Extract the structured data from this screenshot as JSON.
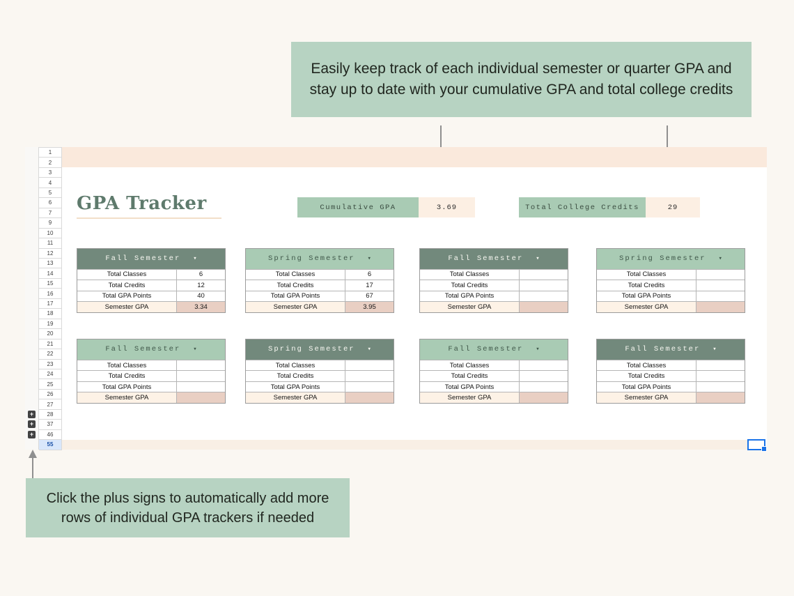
{
  "callouts": {
    "top": {
      "text": "Easily keep track of each individual semester or quarter GPA and stay up to date with your cumulative GPA and total college credits"
    },
    "bottom": {
      "text": "Click the plus signs to automatically add more rows of individual GPA trackers if needed"
    }
  },
  "sheet": {
    "title": "GPA Tracker",
    "summary": [
      {
        "label": "Cumulative GPA",
        "value": "3.69"
      },
      {
        "label": "Total College Credits",
        "value": "29"
      }
    ],
    "row_numbers": [
      "1",
      "2",
      "3",
      "4",
      "5",
      "6",
      "7",
      "9",
      "10",
      "11",
      "12",
      "13",
      "14",
      "15",
      "16",
      "17",
      "18",
      "19",
      "20",
      "21",
      "22",
      "23",
      "24",
      "25",
      "26",
      "27",
      "28",
      "37",
      "46",
      "55"
    ],
    "plus_sign_rows": [
      "28",
      "37",
      "46"
    ],
    "selected_row": "55",
    "plus_icon": "+",
    "dropdown_icon": "▾",
    "row_labels": [
      "Total Classes",
      "Total Credits",
      "Total GPA Points",
      "Semester GPA"
    ],
    "tables": [
      {
        "header": "Fall Semester",
        "variant": "dark",
        "values": [
          "6",
          "12",
          "40",
          "3.34"
        ]
      },
      {
        "header": "Spring Semester",
        "variant": "light",
        "values": [
          "6",
          "17",
          "67",
          "3.95"
        ]
      },
      {
        "header": "Fall Semester",
        "variant": "dark",
        "values": [
          "",
          "",
          "",
          ""
        ]
      },
      {
        "header": "Spring Semester",
        "variant": "light",
        "values": [
          "",
          "",
          "",
          ""
        ]
      },
      {
        "header": "Fall Semester",
        "variant": "light",
        "values": [
          "",
          "",
          "",
          ""
        ]
      },
      {
        "header": "Spring Semester",
        "variant": "dark",
        "values": [
          "",
          "",
          "",
          ""
        ]
      },
      {
        "header": "Fall Semester",
        "variant": "light",
        "values": [
          "",
          "",
          "",
          ""
        ]
      },
      {
        "header": "Fall Semester",
        "variant": "dark",
        "values": [
          "",
          "",
          "",
          ""
        ]
      }
    ]
  },
  "colors": {
    "page_bg": "#faf7f2",
    "callout_bg": "#b7d3c2",
    "header_dark": "#72897c",
    "header_light": "#a9cbb4",
    "peach_band": "#fae9dc",
    "gpa_label_bg": "#fdf2e6",
    "gpa_value_bg": "#e9cfc3",
    "selection_blue": "#1a73e8",
    "title_color": "#5e7a6c"
  }
}
